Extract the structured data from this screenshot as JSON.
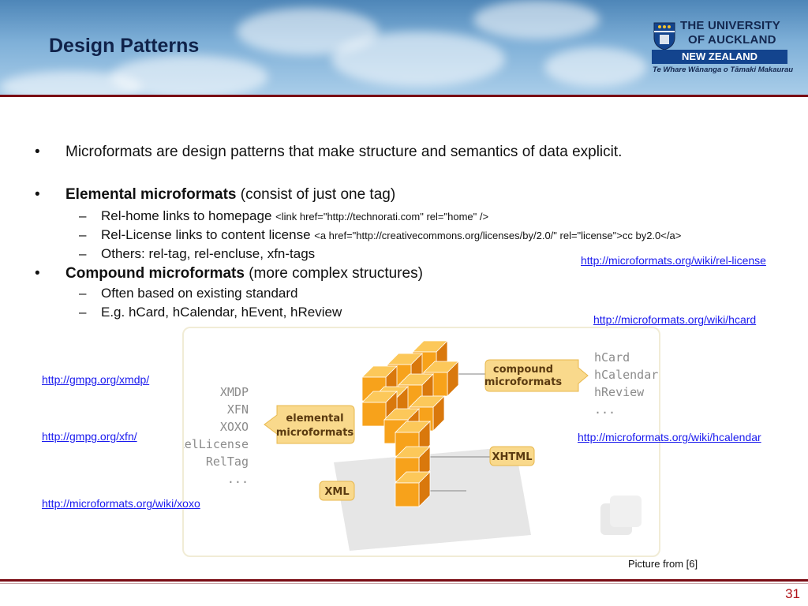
{
  "title": "Design Patterns",
  "logo": {
    "line1": "THE UNIVERSITY",
    "line2": "OF AUCKLAND",
    "line3": "NEW ZEALAND",
    "tagline": "Te Whare Wānanga o Tāmaki Makaurau"
  },
  "bullets": {
    "b1": "Microformats are design patterns that make structure and semantics of data explicit.",
    "b2_bold": "Elemental microformats",
    "b2_rest": " (consist of just one tag)",
    "b2_sub1_text": "Rel-home links to homepage ",
    "b2_sub1_code": "<link href=\"http://technorati.com\" rel=\"home\" />",
    "b2_sub2_text": "Rel-License links to content license ",
    "b2_sub2_code": "<a href=\"http://creativecommons.org/licenses/by/2.0/\" rel=\"license\">cc by2.0</a>",
    "b2_sub3": "Others: rel-tag, rel-encluse, xfn-tags",
    "b3_bold": "Compound microformats",
    "b3_rest": " (more complex structures)",
    "b3_sub1": "Often based on existing standard",
    "b3_sub2": "E.g. hCard, hCalendar, hEvent, hReview",
    "dot": "•",
    "dash": "–"
  },
  "links": {
    "rel_license": "http://microformats.org/wiki/rel-license",
    "hcard": "http://microformats.org/wiki/hcard",
    "xmdp": "http://gmpg.org/xmdp/",
    "xfn": "http://gmpg.org/xfn/",
    "hcalendar": "http://microformats.org/wiki/hcalendar",
    "xoxo": "http://microformats.org/wiki/xoxo"
  },
  "figure": {
    "left_items": [
      "XMDP",
      "XFN",
      "XOXO",
      "RelLicense",
      "RelTag",
      "..."
    ],
    "right_items": [
      "hCard",
      "hCalendar",
      "hReview",
      "..."
    ],
    "elemental_label": [
      "elemental",
      "microformats"
    ],
    "compound_label": [
      "compound",
      "microformats"
    ],
    "xhtml_label": "XHTML",
    "xml_label": "XML",
    "colors": {
      "cube_front": "#f7a21b",
      "cube_top": "#fcc85a",
      "cube_side": "#d9780c",
      "bubble": "#f9d98c",
      "gray": "#8b8b8b"
    }
  },
  "caption": "Picture from [6]",
  "page_number": "31"
}
